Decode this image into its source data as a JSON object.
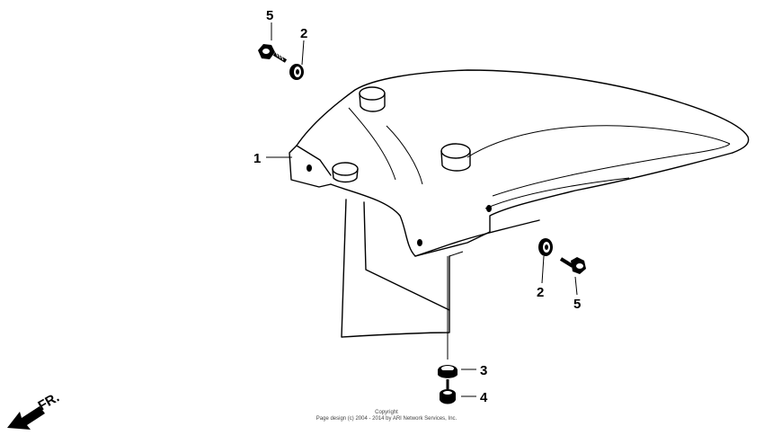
{
  "callouts": [
    {
      "id": "c1",
      "label": "1"
    },
    {
      "id": "c2a",
      "label": "2"
    },
    {
      "id": "c2b",
      "label": "2"
    },
    {
      "id": "c3",
      "label": "3"
    },
    {
      "id": "c4",
      "label": "4"
    },
    {
      "id": "c5a",
      "label": "5"
    },
    {
      "id": "c5b",
      "label": "5"
    }
  ],
  "direction_label": "FR.",
  "copyright": {
    "line1": "Copyright",
    "line2": "Page design (c) 2004 - 2014 by ARI Network Services, Inc."
  }
}
